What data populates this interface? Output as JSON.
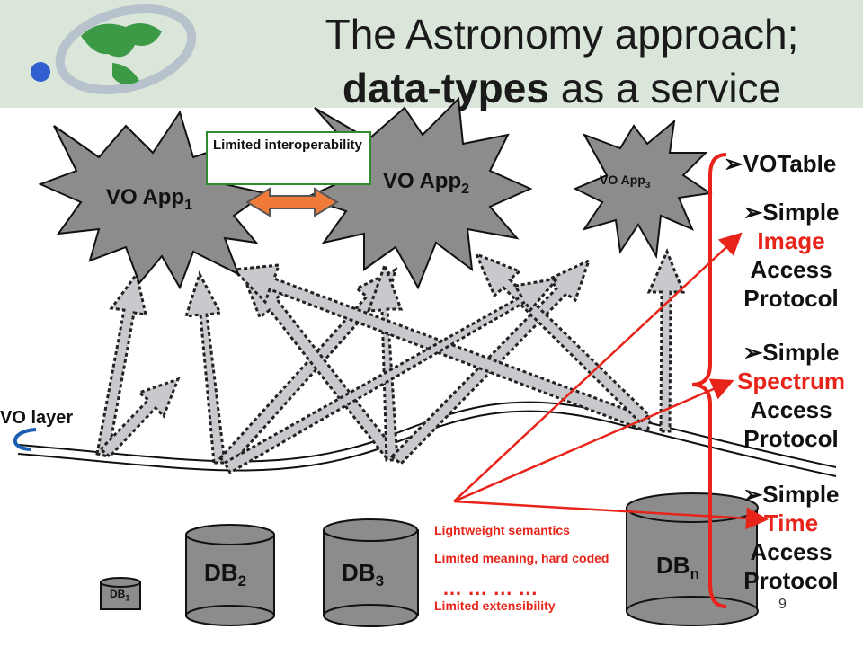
{
  "title": {
    "line1": "The Astronomy approach;",
    "line2_bold": "data-types",
    "line2_rest": " as a service"
  },
  "apps": [
    {
      "name": "VO App",
      "sub": "1"
    },
    {
      "name": "VO App",
      "sub": "2"
    },
    {
      "name": "VO App",
      "sub": "3"
    }
  ],
  "interop_label": "Limited interoperability",
  "vo_layer_label": "VO layer",
  "databases": [
    {
      "name": "DB",
      "sub": "1"
    },
    {
      "name": "DB",
      "sub": "2"
    },
    {
      "name": "DB",
      "sub": "3"
    },
    {
      "name": "DB",
      "sub": "n"
    }
  ],
  "services": [
    {
      "bullet": "VOTable",
      "keyword": "",
      "rest": []
    },
    {
      "bullet": "Simple",
      "keyword": "Image",
      "rest": [
        "Access",
        "Protocol"
      ]
    },
    {
      "bullet": "Simple",
      "keyword": "Spectrum",
      "rest": [
        "Access",
        "Protocol"
      ]
    },
    {
      "bullet": "Simple",
      "keyword": "Time",
      "rest": [
        "Access",
        "Protocol"
      ]
    }
  ],
  "notes": {
    "semantics": "Lightweight semantics",
    "meaning": "Limited meaning, hard coded",
    "dots": "… … … …",
    "extensibility": "Limited extensibility"
  },
  "page_number": "9",
  "colors": {
    "accent_red": "#e8241a",
    "box_green": "#2e8b2e",
    "arrow_orange": "#f07a3a",
    "shape_gray": "#8c8c8c"
  }
}
